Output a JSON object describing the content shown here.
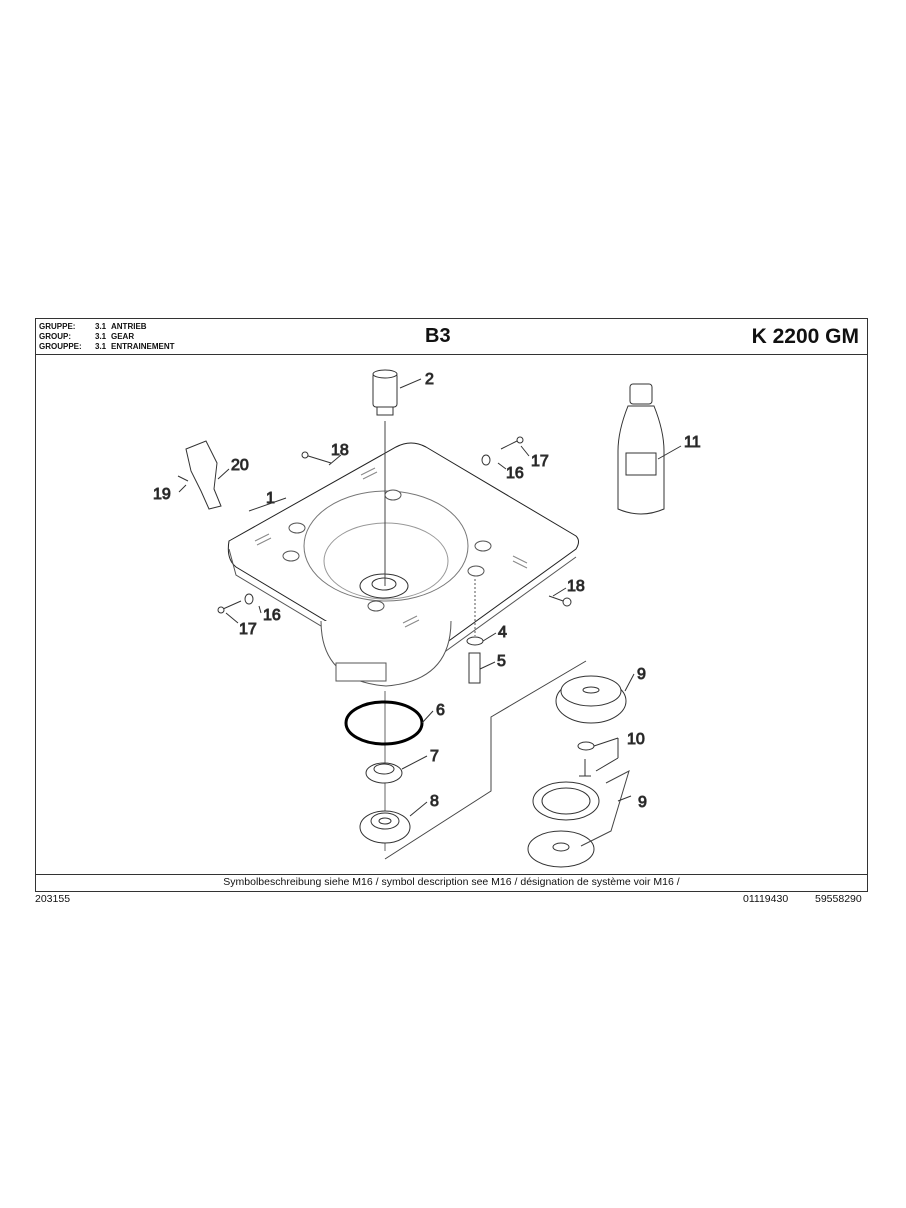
{
  "header": {
    "group_rows": [
      {
        "key": "GRUPPE:",
        "num": "3.1",
        "name": "ANTRIEB"
      },
      {
        "key": "GROUP:",
        "num": "3.1",
        "name": "GEAR"
      },
      {
        "key": "GROUPPE:",
        "num": "3.1",
        "name": "ENTRAINEMENT"
      }
    ],
    "section": "B3",
    "model": "K 2200 GM"
  },
  "diagram": {
    "type": "exploded parts diagram",
    "callouts": [
      "1",
      "2",
      "4",
      "5",
      "6",
      "7",
      "8",
      "9",
      "9",
      "10",
      "11",
      "16",
      "16",
      "17",
      "17",
      "18",
      "18",
      "19",
      "20"
    ],
    "parts": {
      "base_housing": "1",
      "shaft_coupling": "2",
      "washer": "4",
      "screw": "5",
      "o_ring": "6",
      "seal": "7",
      "ball_bearing": "8",
      "thrust_bearing_assembly": "9",
      "screw_and_washer": "10",
      "oil_bottle": "11",
      "washer_small": "16",
      "screw_small": "17",
      "pin": "18",
      "clip_screw": "19",
      "holder_clip": "20"
    }
  },
  "footer": {
    "note": "Symbolbeschreibung siehe M16 / symbol description see M16 / désignation de système voir M16 /",
    "left_code": "203155",
    "mid_code": "01119430",
    "right_code": "59558290"
  }
}
